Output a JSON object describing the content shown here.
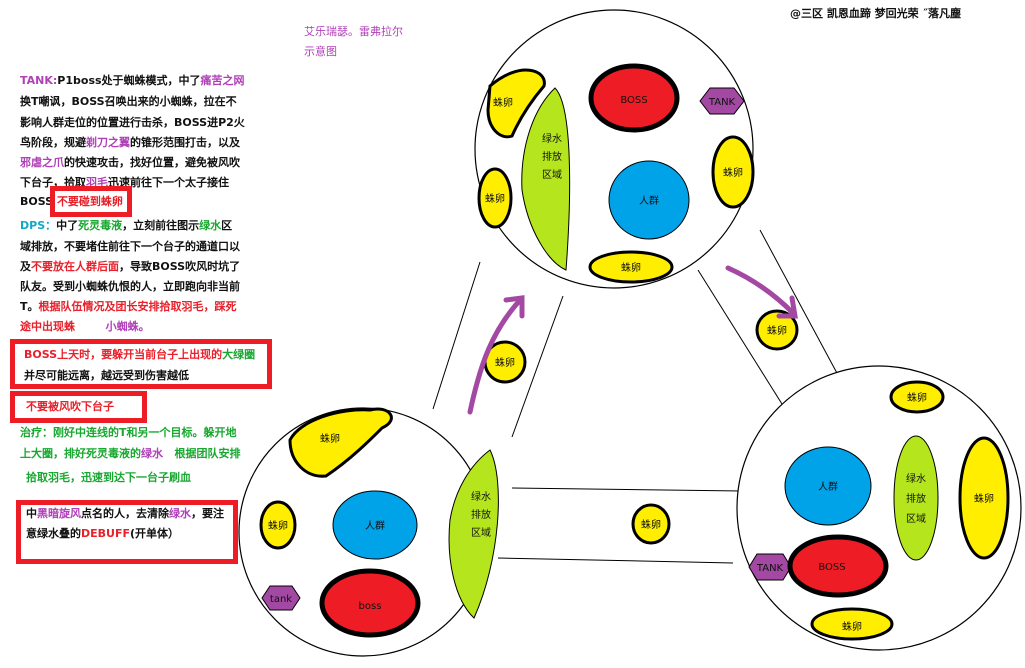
{
  "credit": "@三区 凯恩血蹄 梦回光荣 ˝落凡塵",
  "title_line1": "艾乐瑞瑟。雷弗拉尔",
  "title_line2": "示意图",
  "tank": {
    "label": "TANK:",
    "t1": "P1boss处于蜘蛛模式，中了",
    "t2": "痛苦之网",
    "l2": "换T嘲讽，BOSS召唤出来的小蜘蛛，拉在不",
    "l3": "影响人群走位的位置进行击杀，BOSS进P2火",
    "l4a": "鸟阶段，规避",
    "l4b": "剃刀之翼",
    "l4c": "的锥形范围打击，以及",
    "l5a": "邪虐之爪",
    "l5b": "的快速攻击，找好位置，避免被风吹",
    "l6a": "下台子，拾取",
    "l6b": "羽毛",
    "l6c": "迅速前往下一个太子接住",
    "l7a": "BOSS",
    "l7b": "不要碰到蛛卵"
  },
  "dps": {
    "label": "DPS：",
    "t1": "中了",
    "t2": "死灵毒液",
    "t3": "，立刻前往图示",
    "t4": "绿水",
    "t5": "区",
    "l2": "域排放，不要堵住前往下一个台子的通道口以",
    "l3a": "及",
    "l3b": "不要放在人群后面",
    "l3c": "，导致BOSS吹风时坑了",
    "l4": "队友。受到小蜘蛛仇恨的人，立即跑向非当前",
    "l5a": "T。",
    "l5b": "根据队伍情况及团长安排拾取羽毛，踩死",
    "l6a": "途中出现蛛",
    "l6b": "小蜘蛛。"
  },
  "boss_up": {
    "t1": "BOSS上天时，要躲开当前台子上出现的",
    "t2": "大绿圈",
    "l2": "并尽可能远离，越远受到伤害越低"
  },
  "no_wind": "不要被风吹下台子",
  "heal": {
    "l1": "治疗：刚好中连线的T和另一个目标。躲开地",
    "l2a": "上大圈，排好死灵毒液的",
    "l2b": "绿水",
    "l2c": "根据团队安排",
    "l3": "拾取羽毛，迅速到达下一台子刷血"
  },
  "note": {
    "a": "中",
    "b": "黑暗旋风",
    "c": "点名的人，去清除",
    "d": "绿水",
    "e": "，要注",
    "l2a": "意绿水叠的",
    "l2b": "DEBUFF",
    "l2c": "(开单体）"
  },
  "labels": {
    "egg": "蛛卵",
    "boss": "BOSS",
    "boss_lower": "boss",
    "tank": "TANK",
    "tank_lower": "tank",
    "crowd": "人群",
    "green1": "绿水",
    "green2": "排放",
    "green3": "区域"
  },
  "colors": {
    "yellow": "#ffee00",
    "boss_red": "#ee1c24",
    "crowd_blue": "#00a2e8",
    "green_zone": "#b5e61d",
    "tank_purple": "#a349a4",
    "arrow_purple": "#a349a4",
    "highlight_red": "#ee1c24"
  }
}
